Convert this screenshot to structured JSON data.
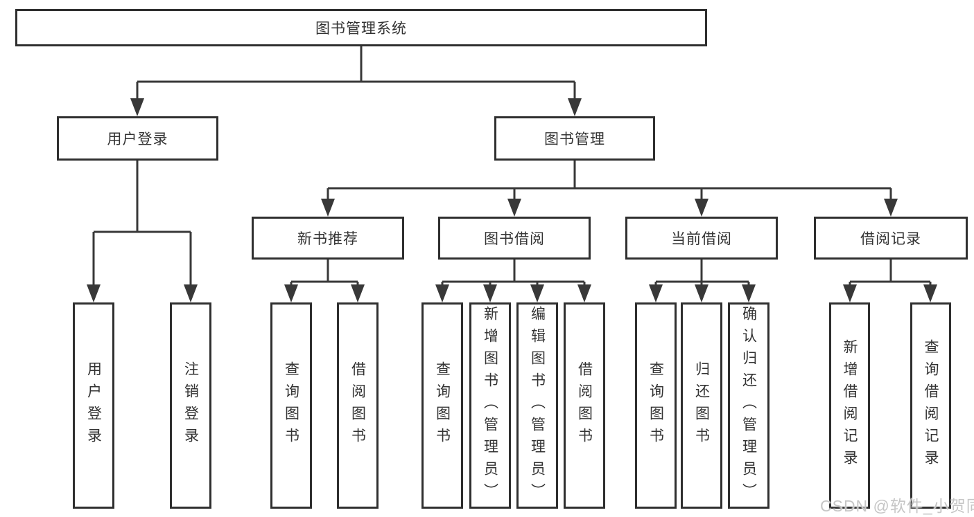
{
  "diagram": {
    "title": "图书管理系统",
    "groups": [
      {
        "label": "用户登录",
        "leaves": [
          "用户登录",
          "注销登录"
        ]
      },
      {
        "label": "图书管理",
        "sections": [
          {
            "label": "新书推荐",
            "leaves": [
              "查询图书",
              "借阅图书"
            ]
          },
          {
            "label": "图书借阅",
            "leaves": [
              "查询图书",
              "新增图书（管理员）",
              "编辑图书（管理员）",
              "借阅图书"
            ]
          },
          {
            "label": "当前借阅",
            "leaves": [
              "查询图书",
              "归还图书",
              "确认归还（管理员）"
            ]
          },
          {
            "label": "借阅记录",
            "leaves": [
              "新增借阅记录",
              "查询借阅记录"
            ]
          }
        ]
      }
    ]
  },
  "watermark": {
    "text": "CSDN @软件_小贺同学"
  },
  "colors": {
    "line": "#383838",
    "box_border": "#2f2f2f",
    "text": "#333333",
    "background": "#ffffff",
    "watermark": "#c6c6c6"
  }
}
